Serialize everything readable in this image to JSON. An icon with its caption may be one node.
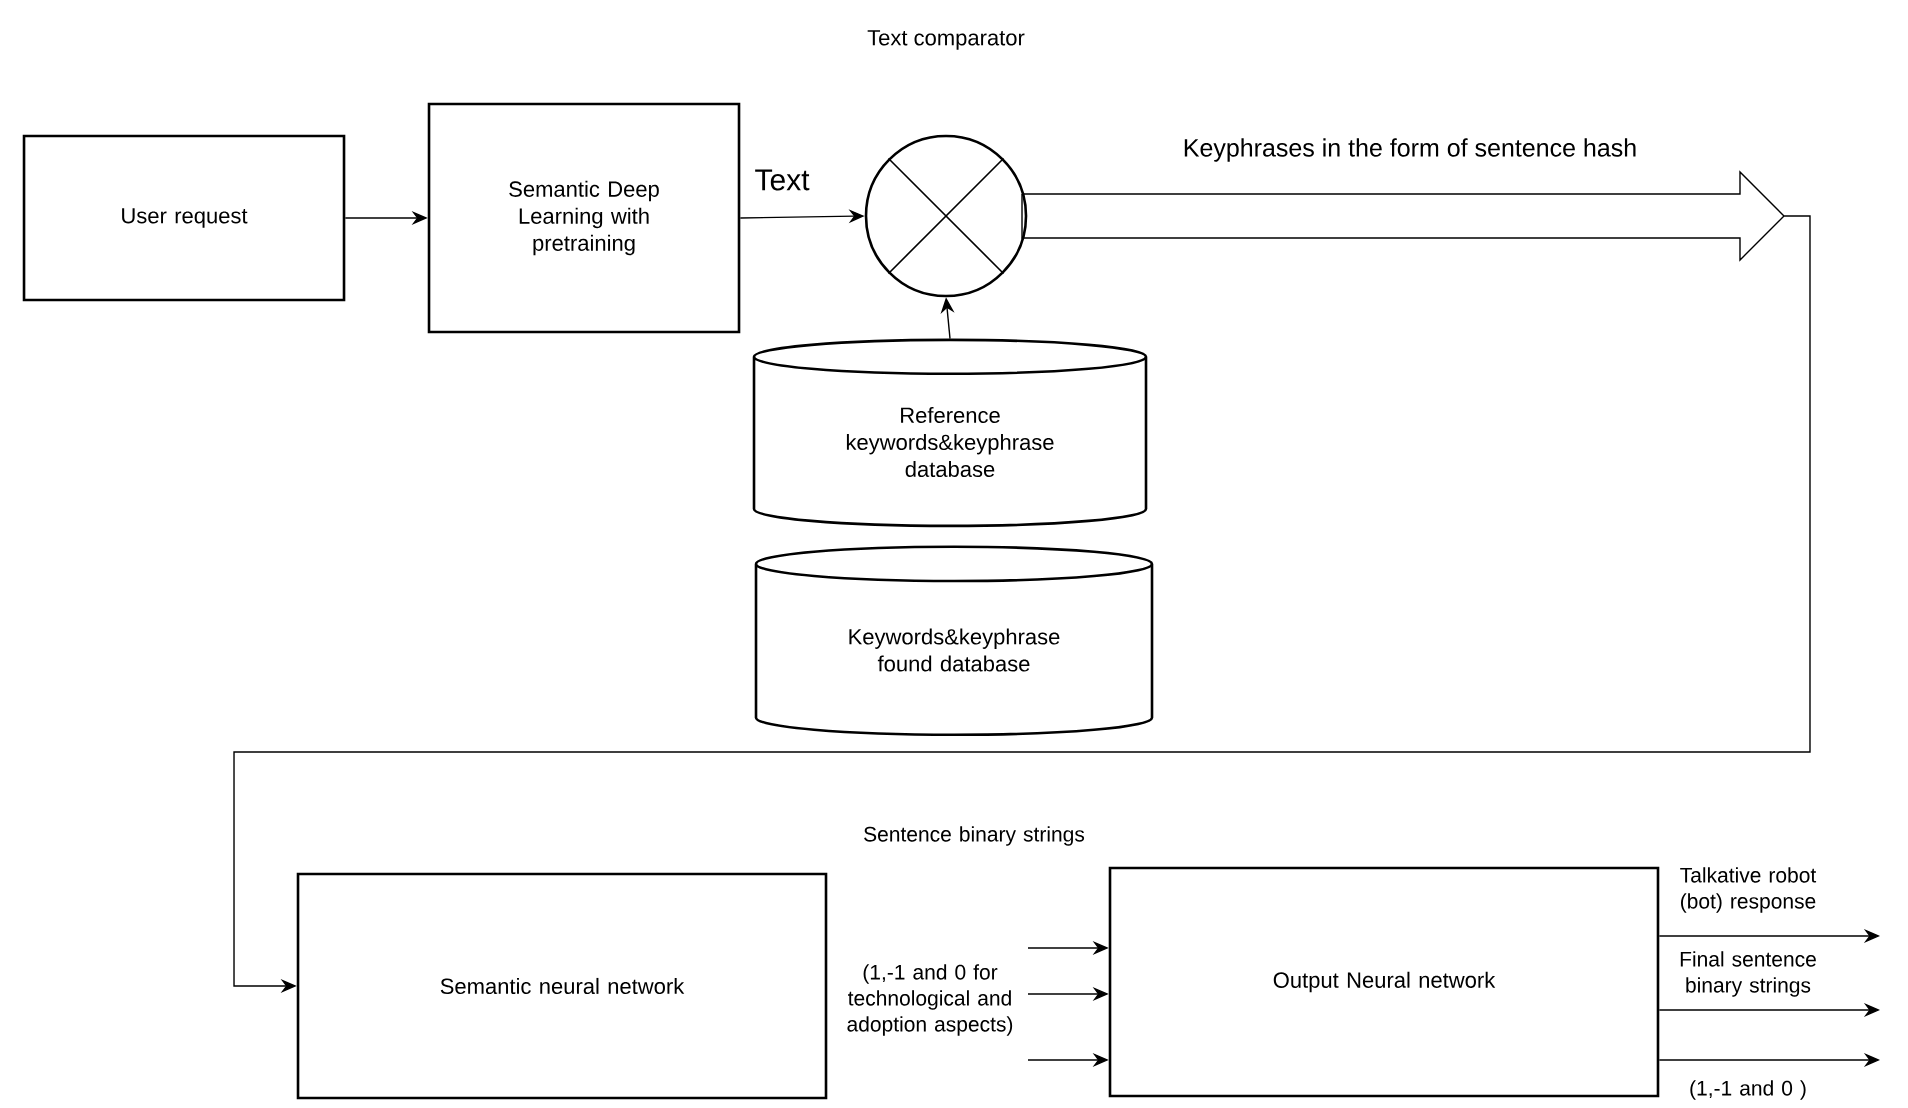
{
  "diagram": {
    "nodes": [
      {
        "text": [
          "User request"
        ]
      },
      {
        "text": [
          "Semantic Deep Learning with pretraining"
        ]
      },
      {
        "text": [],
        "shape": "circle",
        "beside": [
          "Text comparator"
        ]
      },
      {
        "text": [
          "Reference keywords&keyphrase database"
        ]
      },
      {
        "text": [
          "Keywords&keyphrase found database"
        ]
      },
      {
        "text": [
          "Semantic neural network"
        ]
      },
      {
        "text": [
          "Output Neural network"
        ]
      }
    ],
    "edges": [
      {
        "from": 0,
        "to": 1,
        "arrow": "to"
      },
      {
        "from": 1,
        "to": 2,
        "arrow": "to",
        "label": "Text"
      },
      {
        "from": 3,
        "to": 2,
        "arrow": "to"
      },
      {
        "from": 2,
        "to": 5,
        "arrow": "to",
        "label": "Keyphrases in the form of sentence hash"
      },
      {
        "from": null,
        "to": 6,
        "arrow": "to"
      },
      {
        "from": null,
        "to": 6,
        "arrow": "to"
      },
      {
        "from": null,
        "to": 6,
        "arrow": "to"
      },
      {
        "from": 6,
        "to": null,
        "arrow": "to"
      },
      {
        "from": 6,
        "to": null,
        "arrow": "to"
      },
      {
        "from": 6,
        "to": null,
        "arrow": "to"
      }
    ],
    "labels": [
      "Sentence binary strings",
      "(1,-1 and 0 for technological and adoption aspects)",
      "Talkative robot (bot) response",
      "Final sentence binary strings",
      "(1,-1 and 0 )"
    ]
  }
}
